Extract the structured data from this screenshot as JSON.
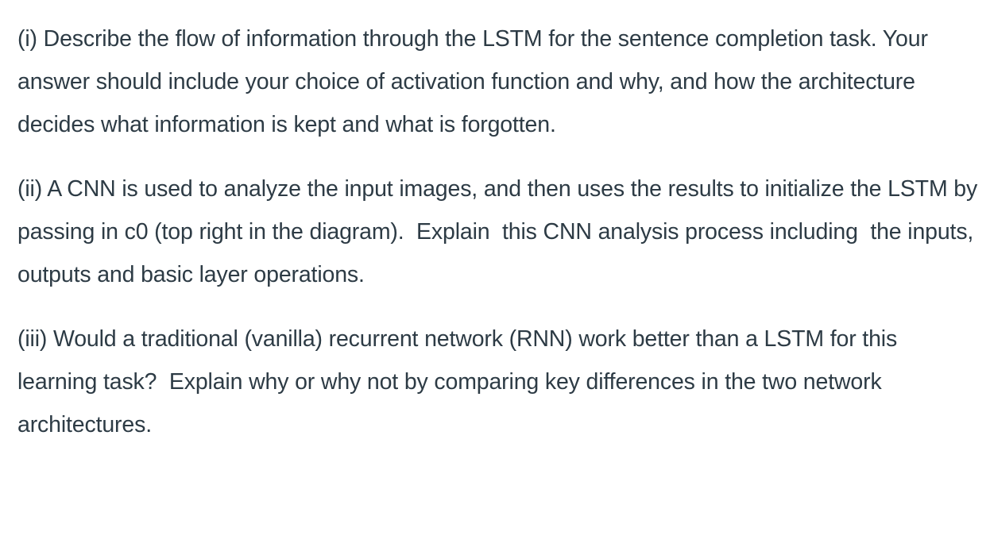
{
  "document": {
    "background_color": "#ffffff",
    "text_color": "#2d3b45",
    "parts": [
      {
        "id": "part-i",
        "marker": "(i)",
        "text": "(i) Describe the flow of information through the LSTM for the sentence completion task. Your answer should include your choice of activation function and why, and how the architecture decides what information is kept and what is forgotten."
      },
      {
        "id": "part-ii",
        "marker": "(ii)",
        "text": "(ii) A CNN is used to analyze the input images, and then uses the results to initialize the LSTM by passing in c0 (top right in the diagram).  Explain  this CNN analysis process including  the inputs, outputs and basic layer operations."
      },
      {
        "id": "part-iii",
        "marker": "(iii)",
        "text": "(iii) Would a traditional (vanilla) recurrent network (RNN) work better than a LSTM for this learning task?  Explain why or why not by comparing key differences in the two network architectures."
      }
    ]
  }
}
